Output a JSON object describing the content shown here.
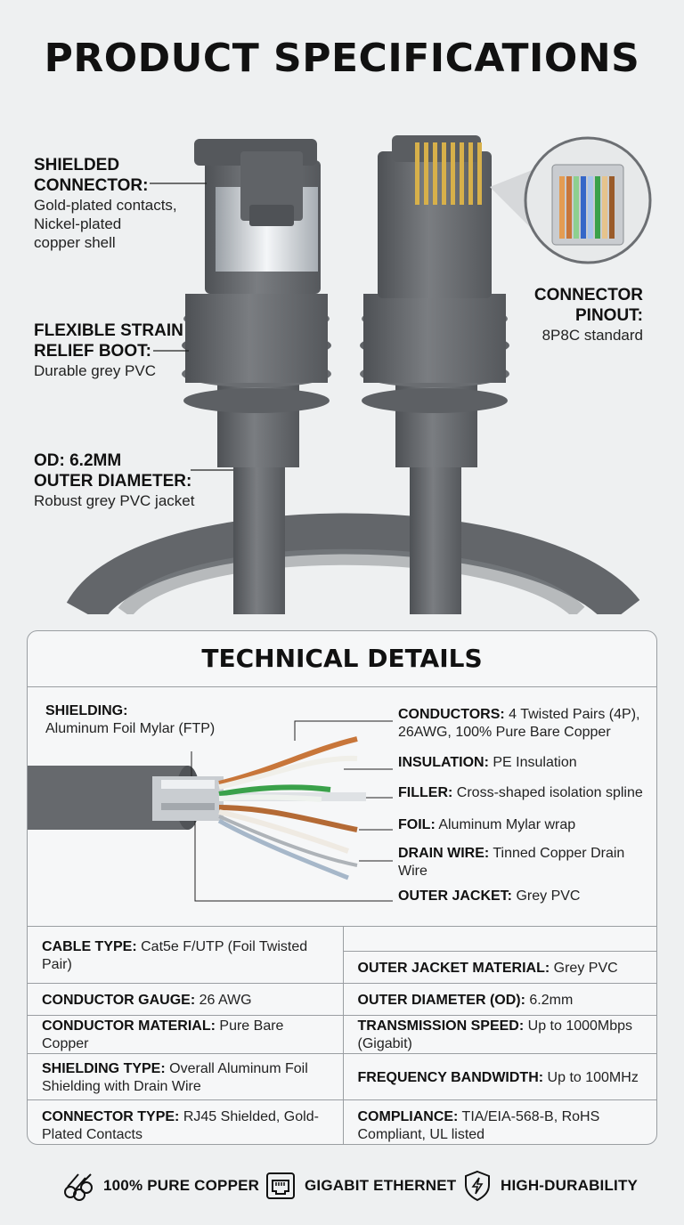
{
  "title": "PRODUCT SPECIFICATIONS",
  "callouts": {
    "shielded": {
      "heading1": "SHIELDED",
      "heading2": "CONNECTOR:",
      "line1": "Gold-plated contacts,",
      "line2": "Nickel-plated",
      "line3": "copper shell"
    },
    "strain": {
      "heading1": "FLEXIBLE STRAIN",
      "heading2": "RELIEF BOOT:",
      "line1": "Durable grey PVC"
    },
    "od": {
      "heading1": "OD: 6.2MM",
      "heading2": "OUTER DIAMETER:",
      "line1": "Robust grey PVC jacket"
    },
    "pinout": {
      "heading1": "CONNECTOR",
      "heading2": "PINOUT:",
      "line1": "8P8C standard"
    }
  },
  "details": {
    "title": "TECHNICAL DETAILS",
    "shielding": {
      "label": "SHIELDING:",
      "text": "Aluminum Foil Mylar (FTP)"
    },
    "labels": [
      {
        "label": "CONDUCTORS:",
        "text": "4 Twisted Pairs (4P), 26AWG, 100% Pure Bare Copper"
      },
      {
        "label": "INSULATION:",
        "text": "PE Insulation"
      },
      {
        "label": "FILLER:",
        "text": "Cross-shaped isolation spline"
      },
      {
        "label": "FOIL:",
        "text": "Aluminum Mylar wrap"
      },
      {
        "label": "DRAIN WIRE:",
        "text": "Tinned Copper Drain Wire"
      },
      {
        "label": "OUTER JACKET:",
        "text": "Grey PVC"
      }
    ]
  },
  "specs": {
    "rows": [
      {
        "left": {
          "label": "CABLE TYPE:",
          "text": "Cat5e F/UTP (Foil Twisted Pair)"
        },
        "right_top": {
          "label": "",
          "text": ""
        },
        "right": {
          "label": "OUTER JACKET MATERIAL:",
          "text": "Grey PVC"
        }
      },
      {
        "left": {
          "label": "CONDUCTOR GAUGE:",
          "text": "26 AWG"
        },
        "right": {
          "label": "OUTER DIAMETER (OD):",
          "text": "6.2mm"
        }
      },
      {
        "left": {
          "label": "CONDUCTOR MATERIAL:",
          "text": "Pure Bare Copper"
        },
        "right": {
          "label": "TRANSMISSION SPEED:",
          "text": "Up to 1000Mbps (Gigabit)"
        }
      },
      {
        "left": {
          "label": "SHIELDING TYPE:",
          "text": "Overall Aluminum Foil Shielding with Drain Wire"
        },
        "right": {
          "label": "FREQUENCY BANDWIDTH:",
          "text": "Up to 100MHz"
        }
      },
      {
        "left": {
          "label": "CONNECTOR TYPE:",
          "text": "RJ45 Shielded, Gold-Plated Contacts"
        },
        "right": {
          "label": "COMPLIANCE:",
          "text": "TIA/EIA-568-B, RoHS Compliant, UL listed"
        }
      }
    ]
  },
  "badges": [
    {
      "icon": "copper-wires-icon",
      "label": "100% PURE COPPER"
    },
    {
      "icon": "ethernet-port-icon",
      "label": "GIGABIT ETHERNET"
    },
    {
      "icon": "shield-bolt-icon",
      "label": "HIGH-DURABILITY"
    }
  ],
  "colors": {
    "cable_grey": "#6b6e72",
    "copper": "#c8763a",
    "green_wire": "#3aa14a",
    "background": "#eef0f1"
  }
}
